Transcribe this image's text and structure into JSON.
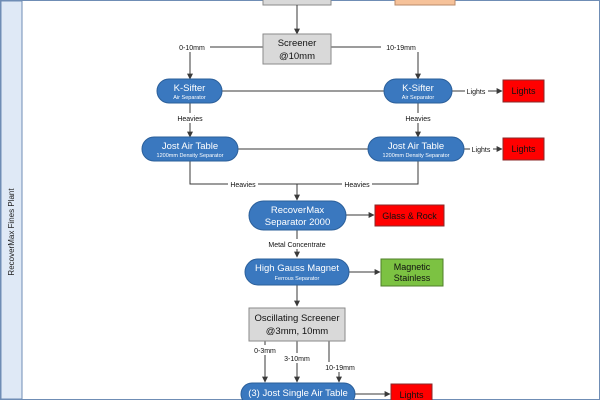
{
  "swimlane": {
    "label": "RecoverMax Fines Plant"
  },
  "colors": {
    "process": "#3a78bf",
    "process_stroke": "#2b5f9a",
    "screen": "#d9d9d9",
    "screen_stroke": "#8a8a8a",
    "output_red": "#ff0000",
    "output_green": "#7cc242",
    "top_peach": "#f6c29a"
  },
  "nodes": {
    "screener_10": {
      "title": "Screener",
      "subtitle": "@10mm"
    },
    "ksifter_left": {
      "title": "K-Sifter",
      "subtitle": "Air Separator"
    },
    "ksifter_right": {
      "title": "K-Sifter",
      "subtitle": "Air Separator"
    },
    "jost_left": {
      "title": "Jost Air Table",
      "subtitle": "1200mm Density Separator"
    },
    "jost_right": {
      "title": "Jost Air Table",
      "subtitle": "1200mm Density Separator"
    },
    "recovermax": {
      "title_line1": "RecoverMax",
      "title_line2": "Separator 2000"
    },
    "gauss_magnet": {
      "title": "High Gauss Magnet",
      "subtitle": "Ferrous Separator"
    },
    "osc_screener": {
      "title_line1": "Oscillating Screener",
      "title_line2": "@3mm, 10mm"
    },
    "jost_single": {
      "title": "(3) Jost Single Air Table"
    }
  },
  "outputs": {
    "lights_1": "Lights",
    "lights_2": "Lights",
    "glass_rock": "Glass & Rock",
    "magnetic_line1": "Magnetic",
    "magnetic_line2": "Stainless",
    "lights_3": "Lights"
  },
  "edge_labels": {
    "left_0_10": "0-10mm",
    "right_10_19": "10-19mm",
    "heavies_left_k": "Heavies",
    "heavies_right_k": "Heavies",
    "lights_right_k": "Lights",
    "lights_right_jost": "Lights",
    "heavies_left_jost": "Heavies",
    "heavies_right_jost": "Heavies",
    "metal_concentrate": "Metal Concentrate",
    "osc_0_3": "0-3mm",
    "osc_3_10": "3-10mm",
    "osc_10_19": "10-19mm"
  }
}
